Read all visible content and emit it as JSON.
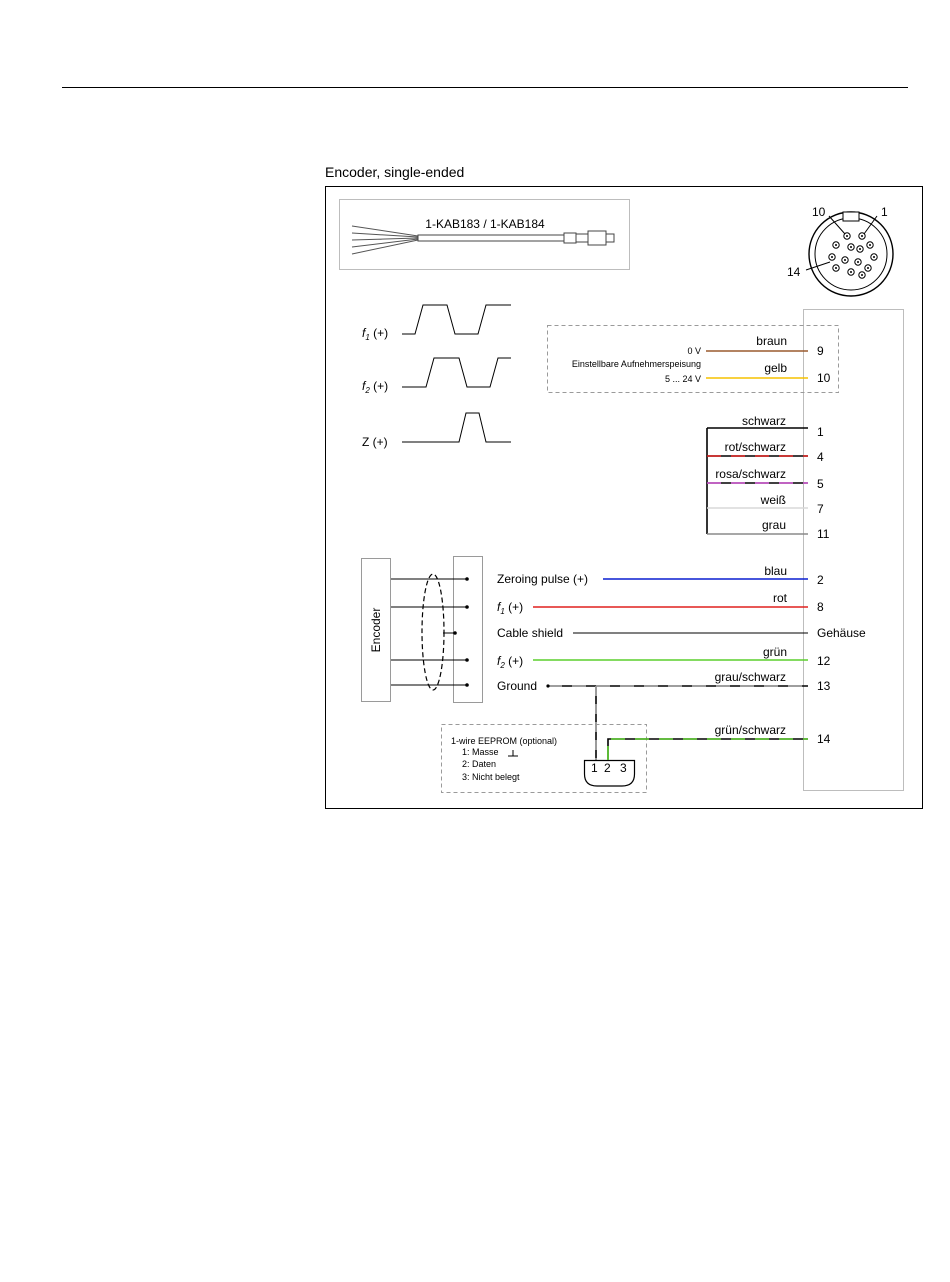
{
  "title": "Encoder, single-ended",
  "cable": {
    "label": "1-KAB183 / 1-KAB184"
  },
  "connector": {
    "pin_top_left": "10",
    "pin_top_right": "1",
    "pin_left": "14"
  },
  "signals": {
    "f1": {
      "letter": "f",
      "sub": "1",
      "suffix": " (+)"
    },
    "f2": {
      "letter": "f",
      "sub": "2",
      "suffix": " (+)"
    },
    "z": {
      "label": "Z (+)"
    }
  },
  "supply": {
    "zero_v": "0 V",
    "adjustable": "Einstellbare Aufnehmerspeisung",
    "range": "5 ... 24 V"
  },
  "wires": {
    "braun": {
      "color_name": "braun",
      "pin": "9",
      "color": "#9a5a2e"
    },
    "gelb": {
      "color_name": "gelb",
      "pin": "10",
      "color": "#f5c200"
    },
    "schwarz": {
      "color_name": "schwarz",
      "pin": "1",
      "color": "#000000"
    },
    "rot_schwarz": {
      "color_name": "rot/schwarz",
      "pin": "4",
      "color": "#e0201f"
    },
    "rosa_schwarz": {
      "color_name": "rosa/schwarz",
      "pin": "5",
      "color": "#d65ad9"
    },
    "weiss": {
      "color_name": "weiß",
      "pin": "7",
      "color": "#d8d8d8"
    },
    "grau": {
      "color_name": "grau",
      "pin": "11",
      "color": "#8a8a8a"
    },
    "blau": {
      "color_name": "blau",
      "pin": "2",
      "color": "#0a1fd1",
      "signal": "Zeroing pulse (+)"
    },
    "rot": {
      "color_name": "rot",
      "pin": "8",
      "color": "#e0201f"
    },
    "shield": {
      "signal": "Cable shield",
      "pin": "Gehäuse"
    },
    "gruen": {
      "color_name": "grün",
      "pin": "12",
      "color": "#5bcf2d"
    },
    "grau_schwarz": {
      "color_name": "grau/schwarz",
      "pin": "13",
      "signal": "Ground"
    },
    "gruen_schwarz": {
      "color_name": "grün/schwarz",
      "pin": "14"
    }
  },
  "encoder_box": {
    "label": "Encoder"
  },
  "eeprom": {
    "title": "1-wire EEPROM (optional)",
    "line1": "1: Masse",
    "line2": "2: Daten",
    "line3": "3: Nicht belegt",
    "pin1": "1",
    "pin2": "2",
    "pin3": "3"
  }
}
